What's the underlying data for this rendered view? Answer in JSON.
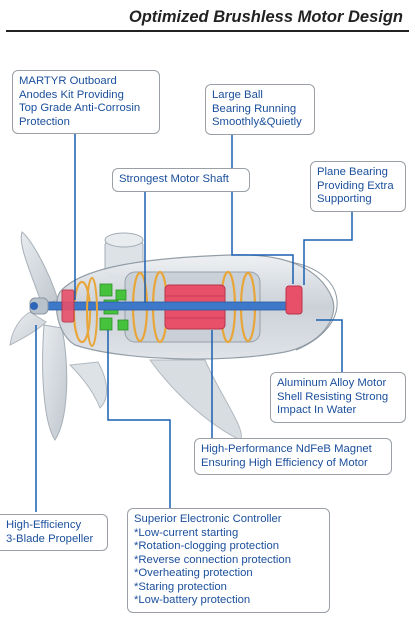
{
  "title": "Optimized Brushless Motor Design",
  "colors": {
    "callout_text": "#1b4f9c",
    "leader": "#1a5fb0",
    "callout_border": "#9aa0a6",
    "magnet": "#e8506a",
    "controller": "#46c23c",
    "coil": "#e8a63a"
  },
  "callouts": {
    "anodes": {
      "lines": [
        "MARTYR Outboard",
        "Anodes Kit  Providing",
        "Top Grade Anti-Corrosin",
        "Protection"
      ]
    },
    "bearing": {
      "lines": [
        "Large Ball",
        "Bearing Running",
        "Smoothly&Quietly"
      ]
    },
    "shaft": {
      "lines": [
        "Strongest Motor Shaft"
      ]
    },
    "plane": {
      "lines": [
        "Plane Bearing",
        "Providing Extra",
        "Supporting"
      ]
    },
    "shell": {
      "lines": [
        "Aluminum Alloy Motor",
        "Shell Resisting Strong",
        "Impact In Water"
      ]
    },
    "magnet": {
      "lines": [
        "High-Performance NdFeB Magnet",
        "Ensuring High Efficiency of Motor"
      ]
    },
    "propeller": {
      "lines": [
        "High-Efficiency",
        "3-Blade Propeller"
      ]
    },
    "controller": {
      "lines": [
        "Superior Electronic Controller",
        "*Low-current starting",
        "*Rotation-clogging protection",
        "*Reverse connection protection",
        "*Overheating protection",
        "*Staring protection",
        "*Low-battery protection"
      ]
    }
  }
}
